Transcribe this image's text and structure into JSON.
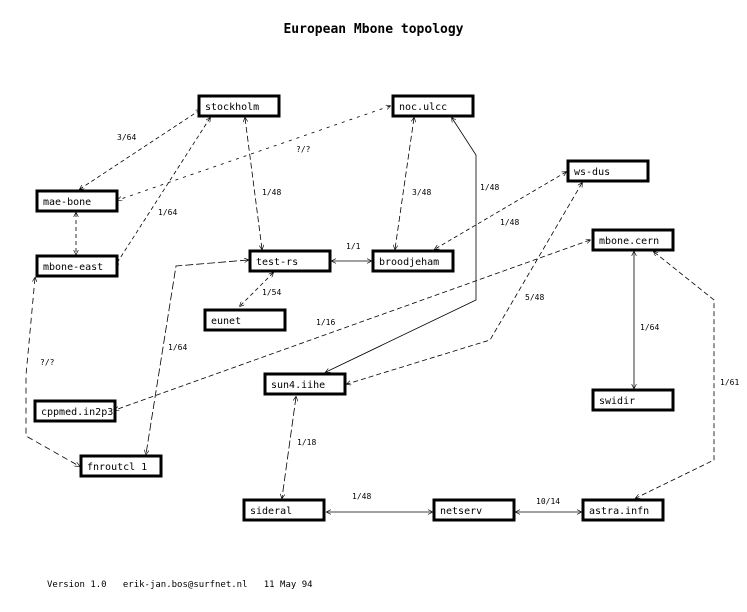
{
  "title": "European Mbone topology",
  "nodes": [
    {
      "id": "stockholm",
      "label": "stockholm"
    },
    {
      "id": "noc",
      "label": "noc.ulcc"
    },
    {
      "id": "maebone",
      "label": "mae-bone"
    },
    {
      "id": "mboneeast",
      "label": "mbone-east"
    },
    {
      "id": "testrs",
      "label": "test-rs"
    },
    {
      "id": "broodjeham",
      "label": "broodjeham"
    },
    {
      "id": "wsdus",
      "label": "ws-dus"
    },
    {
      "id": "cern",
      "label": "mbone.cern"
    },
    {
      "id": "eunet",
      "label": "eunet"
    },
    {
      "id": "cppmed",
      "label": "cppmed.in2p3"
    },
    {
      "id": "sun4",
      "label": "sun4.iihe"
    },
    {
      "id": "swidir",
      "label": "swidir"
    },
    {
      "id": "fnr",
      "label": "fnroutcl 1"
    },
    {
      "id": "sideral",
      "label": "sideral"
    },
    {
      "id": "netserv",
      "label": "netserv"
    },
    {
      "id": "astra",
      "label": "astra.infn"
    }
  ],
  "edges": [
    {
      "from": "stockholm",
      "to": "maebone",
      "label": "3/64"
    },
    {
      "from": "stockholm",
      "to": "mboneeast",
      "label": "1/64"
    },
    {
      "from": "stockholm",
      "to": "testrs",
      "label": "1/48"
    },
    {
      "from": "noc",
      "to": "maebone",
      "label": "?/?"
    },
    {
      "from": "maebone",
      "to": "mboneeast",
      "label": ""
    },
    {
      "from": "noc",
      "to": "broodjeham",
      "label": "3/48"
    },
    {
      "from": "noc",
      "to": "sun4",
      "label": "1/48"
    },
    {
      "from": "wsdus",
      "to": "broodjeham",
      "label": "1/48"
    },
    {
      "from": "testrs",
      "to": "broodjeham",
      "label": "1/1"
    },
    {
      "from": "cern",
      "to": "cppmed",
      "label": "1/16"
    },
    {
      "from": "wsdus",
      "to": "sun4",
      "label": "5/48"
    },
    {
      "from": "testrs",
      "to": "fnr",
      "label": "1/64"
    },
    {
      "from": "testrs",
      "to": "eunet",
      "label": "1/54"
    },
    {
      "from": "cern",
      "to": "swidir",
      "label": "1/64"
    },
    {
      "from": "cern",
      "to": "astra",
      "label": "1/61"
    },
    {
      "from": "mboneeast",
      "to": "fnr",
      "label": "?/?"
    },
    {
      "from": "sun4",
      "to": "sideral",
      "label": "1/18"
    },
    {
      "from": "sideral",
      "to": "netserv",
      "label": "1/48"
    },
    {
      "from": "netserv",
      "to": "astra",
      "label": "10/14"
    }
  ],
  "footer": {
    "version": "Version 1.0",
    "email": "erik-jan.bos@surfnet.nl",
    "date": "11 May 94"
  }
}
